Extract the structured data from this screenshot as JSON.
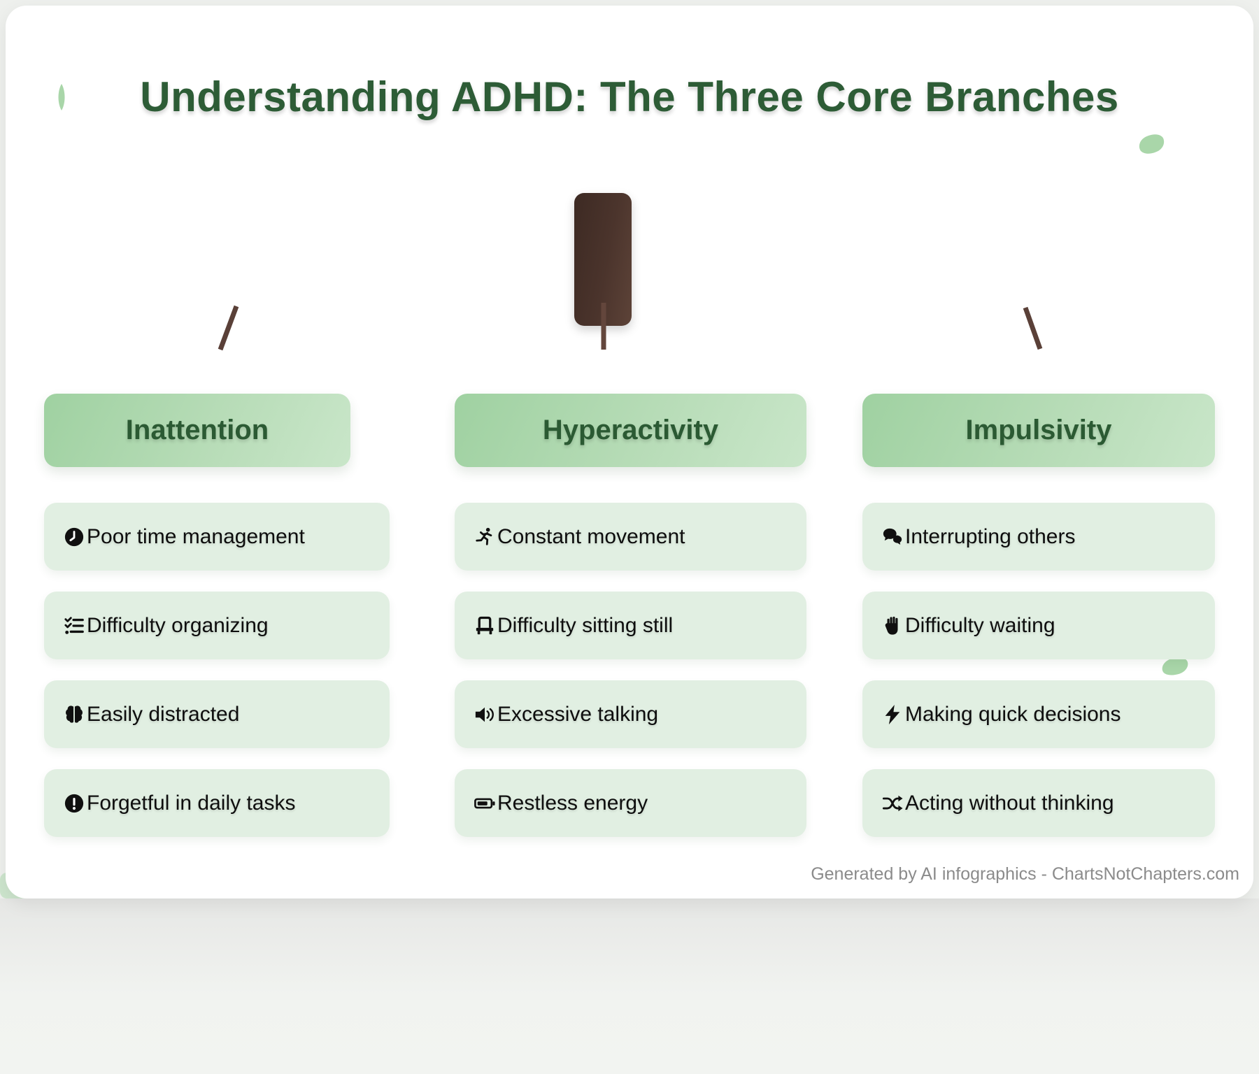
{
  "page": {
    "title": "Understanding ADHD: The Three Core Branches",
    "footer": "Generated by AI infographics - ChartsNotChapters.com"
  },
  "colors": {
    "title_green": "#2d5c36",
    "header_text_green": "#2b5a33",
    "header_gradient_start": "#9fd1a1",
    "header_gradient_end": "#c9e6c9",
    "item_background": "#e1efe2",
    "trunk_dark_brown": "#3d2a23",
    "trunk_light_brown": "#5d4338",
    "branch_brown": "#5a4038",
    "leaf_green": "#a9d6a9",
    "footer_gray": "#8b8b8b",
    "card_white": "#ffffff",
    "page_background": "#eef0ed"
  },
  "columns": [
    {
      "header": "Inattention",
      "items": [
        {
          "icon": "clock",
          "label": "Poor time management"
        },
        {
          "icon": "checklist",
          "label": "Difficulty organizing"
        },
        {
          "icon": "brain",
          "label": "Easily distracted"
        },
        {
          "icon": "alert-circle",
          "label": "Forgetful in daily tasks"
        }
      ]
    },
    {
      "header": "Hyperactivity",
      "items": [
        {
          "icon": "runner",
          "label": "Constant movement"
        },
        {
          "icon": "chair",
          "label": "Difficulty sitting still"
        },
        {
          "icon": "speaker",
          "label": "Excessive talking"
        },
        {
          "icon": "battery",
          "label": "Restless energy"
        }
      ]
    },
    {
      "header": "Impulsivity",
      "items": [
        {
          "icon": "speech-bubbles",
          "label": "Interrupting others"
        },
        {
          "icon": "raised-hand",
          "label": "Difficulty waiting"
        },
        {
          "icon": "lightning",
          "label": "Making quick decisions"
        },
        {
          "icon": "shuffle",
          "label": "Acting without thinking"
        }
      ]
    }
  ]
}
